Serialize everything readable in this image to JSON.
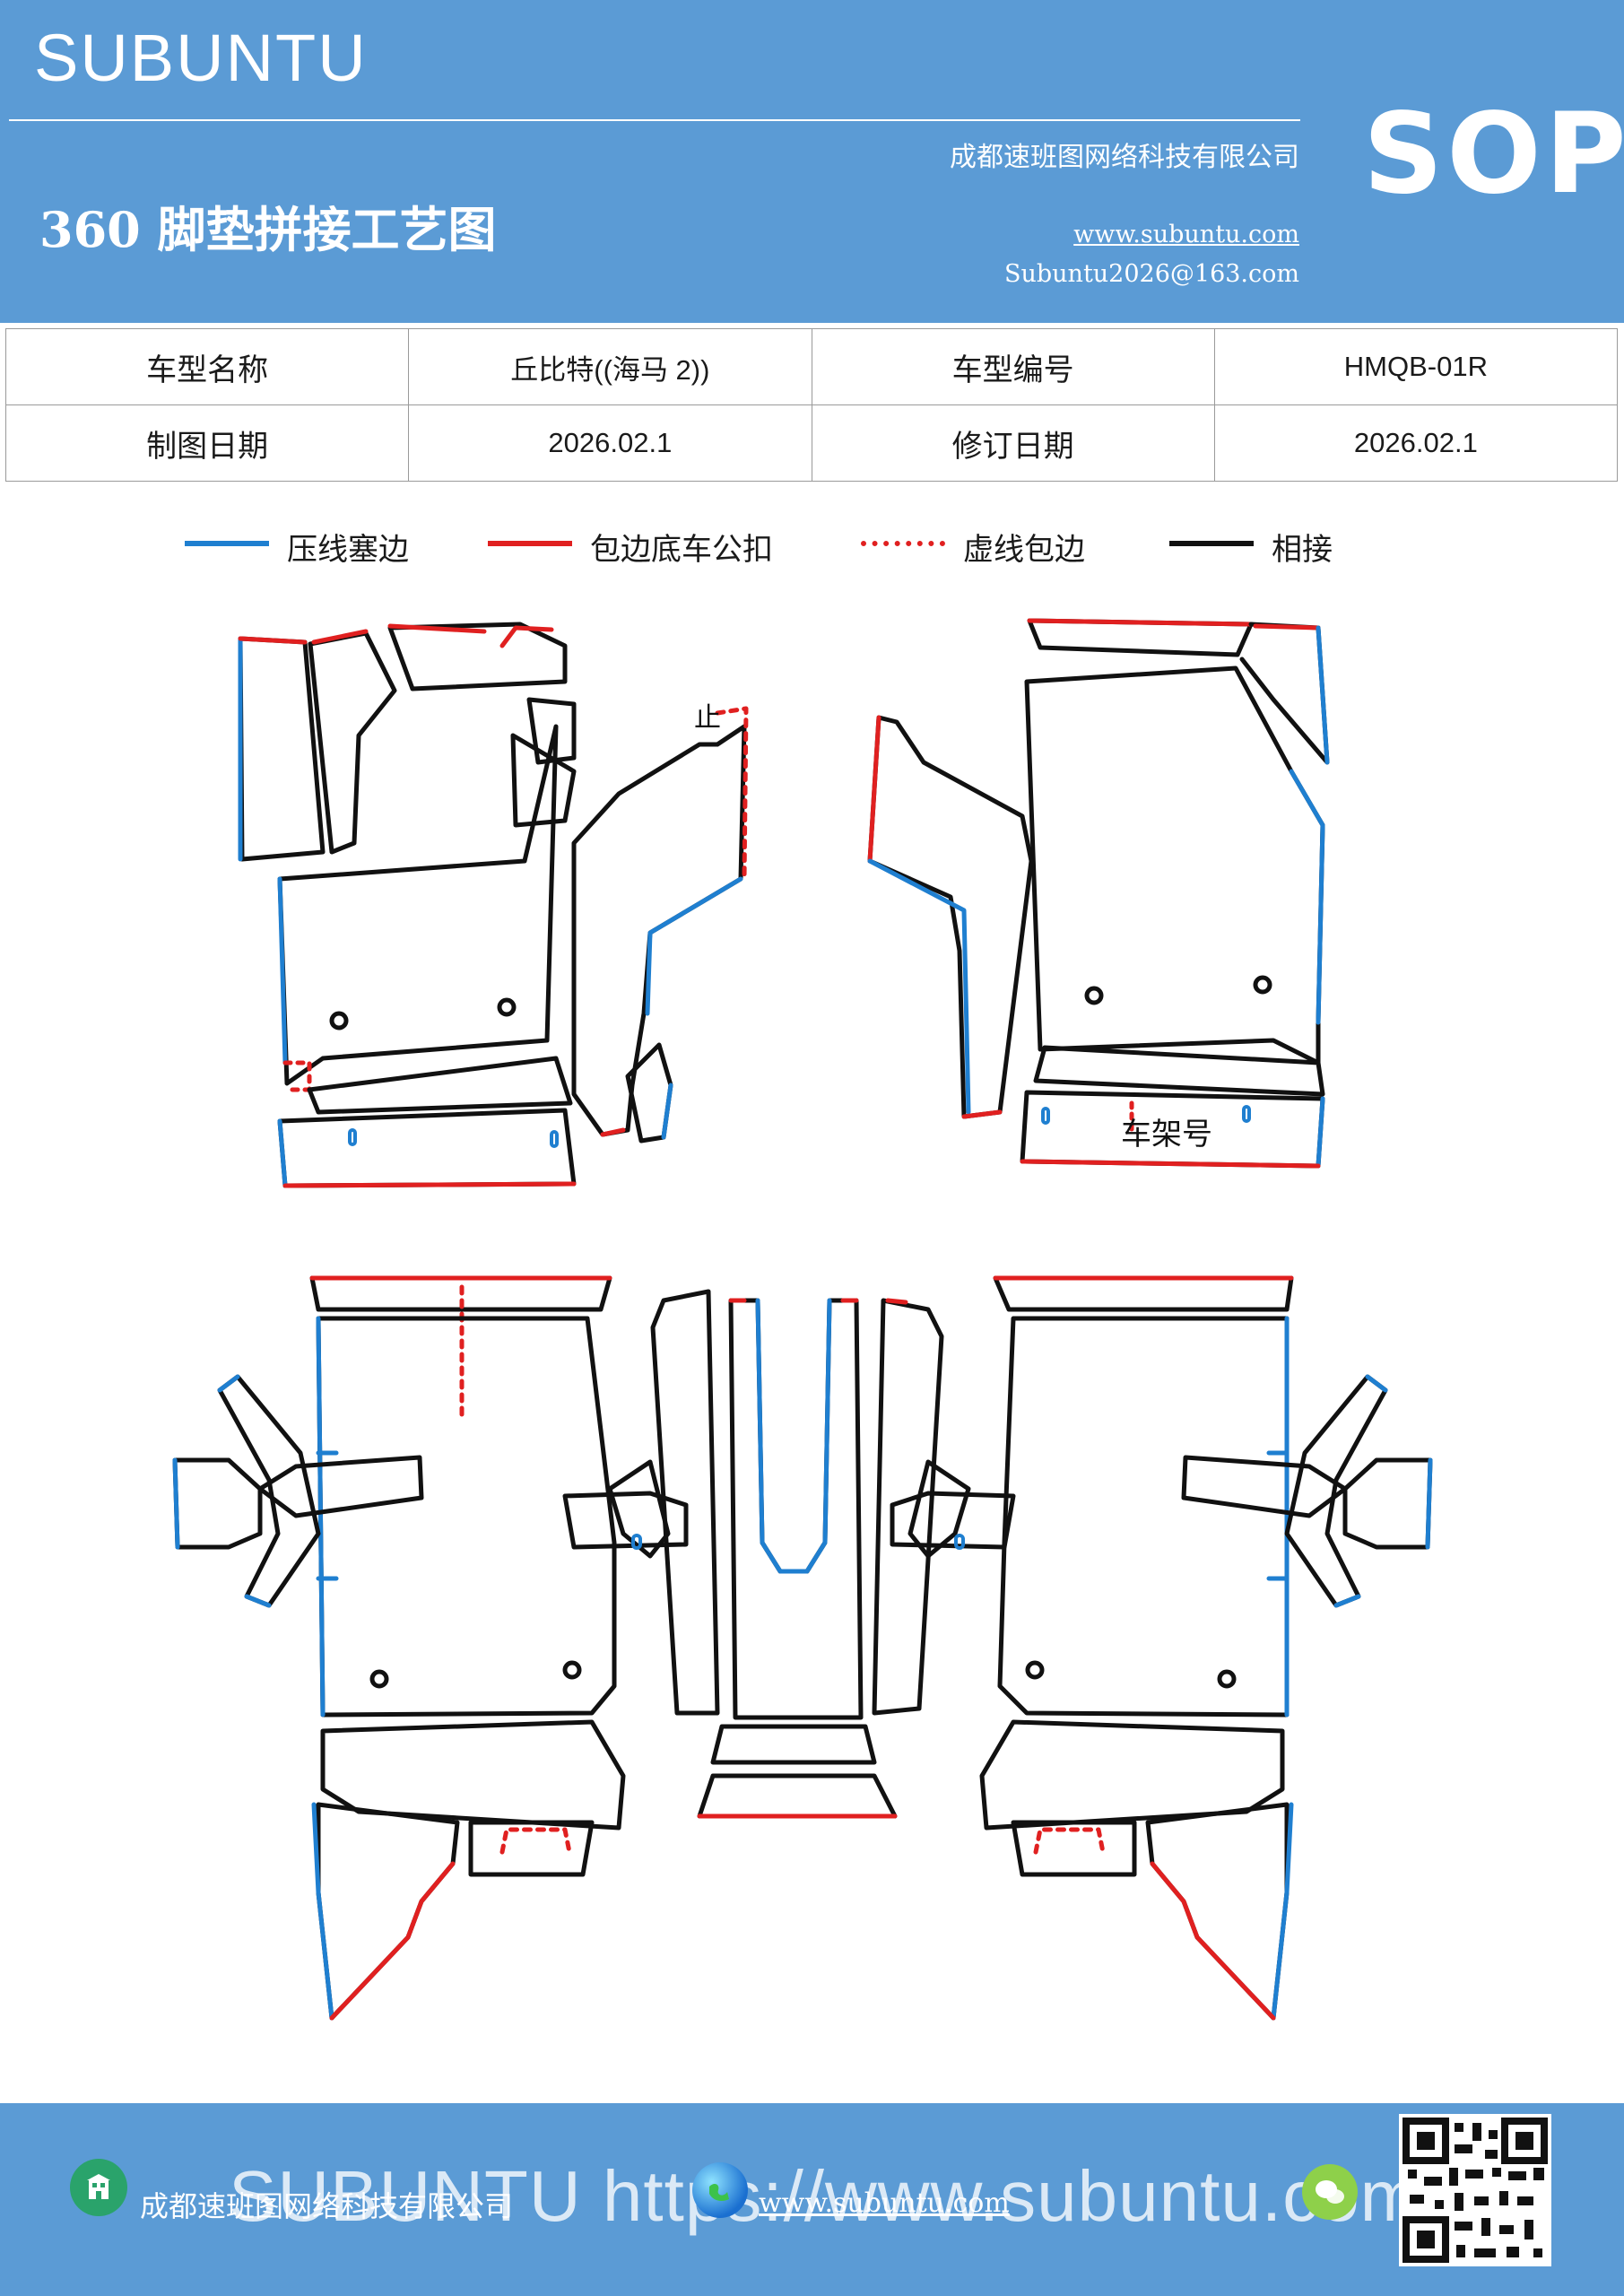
{
  "header": {
    "brand": "SUBUNTU",
    "company": "成都速班图网络科技有限公司",
    "title": "360 脚垫拼接工艺图",
    "website": "www.subuntu.com",
    "email": "Subuntu2026@163.com",
    "badge": "SOP"
  },
  "info_table": {
    "rows": [
      {
        "label1": "车型名称",
        "value1": "丘比特((海马 2))",
        "label2": "车型编号",
        "value2": "HMQB-01R"
      },
      {
        "label1": "制图日期",
        "value1": "2026.02.1",
        "label2": "修订日期",
        "value2": "2026.02.1"
      }
    ]
  },
  "legend": [
    {
      "label": "压线塞边",
      "color": "#1f7fd0",
      "style": "solid"
    },
    {
      "label": "包边底车公扣",
      "color": "#e02020",
      "style": "solid"
    },
    {
      "label": "虚线包边",
      "color": "#e02020",
      "style": "dotted"
    },
    {
      "label": "相接",
      "color": "#111111",
      "style": "solid"
    }
  ],
  "drawing": {
    "frame_label": "车架号",
    "stop_mark": "止"
  },
  "footer": {
    "company": "成都速班图网络科技有限公司",
    "website": "www.subuntu.com",
    "watermark": "SUBUNTU https://www.subuntu.com",
    "icons": [
      "building-icon",
      "globe-icon",
      "wechat-icon",
      "qr-code"
    ]
  }
}
